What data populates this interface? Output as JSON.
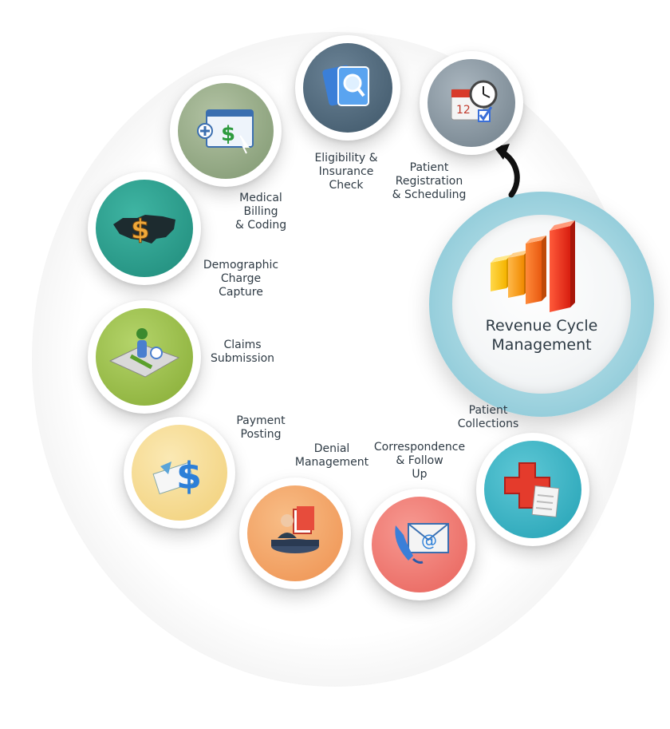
{
  "hub": {
    "title_line1": "Revenue Cycle",
    "title_line2": "Management",
    "icon": "bar-chart-icon"
  },
  "steps": [
    {
      "id": "patient-registration",
      "lines": [
        "Patient",
        "Registration",
        "& Scheduling"
      ],
      "icon": "calendar-clock-icon",
      "color": "#7b8a95"
    },
    {
      "id": "eligibility",
      "lines": [
        "Eligibility &",
        "Insurance",
        "Check"
      ],
      "icon": "magnifier-card-icon",
      "color": "#4d6577"
    },
    {
      "id": "medical-billing",
      "lines": [
        "Medical",
        "Billing",
        "& Coding"
      ],
      "icon": "dollar-window-icon",
      "color": "#8fa67f"
    },
    {
      "id": "demographic",
      "lines": [
        "Demographic",
        "Charge",
        "Capture"
      ],
      "icon": "dollar-map-icon",
      "color": "#2a9d8c"
    },
    {
      "id": "claims",
      "lines": [
        "Claims",
        "Submission"
      ],
      "icon": "person-arrow-icon",
      "color": "#9bbf4a"
    },
    {
      "id": "payment",
      "lines": [
        "Payment",
        "Posting"
      ],
      "icon": "check-dollar-icon",
      "color": "#f5dc96"
    },
    {
      "id": "denial",
      "lines": [
        "Denial",
        "Management"
      ],
      "icon": "person-document-icon",
      "color": "#f5a66a"
    },
    {
      "id": "correspondence",
      "lines": [
        "Correspondence",
        "& Follow",
        "Up"
      ],
      "icon": "phone-mail-icon",
      "color": "#f07c7c"
    },
    {
      "id": "patient-collections",
      "lines": [
        "Patient",
        "Collections"
      ],
      "icon": "medical-cross-icon",
      "color": "#3bb4c6"
    }
  ]
}
